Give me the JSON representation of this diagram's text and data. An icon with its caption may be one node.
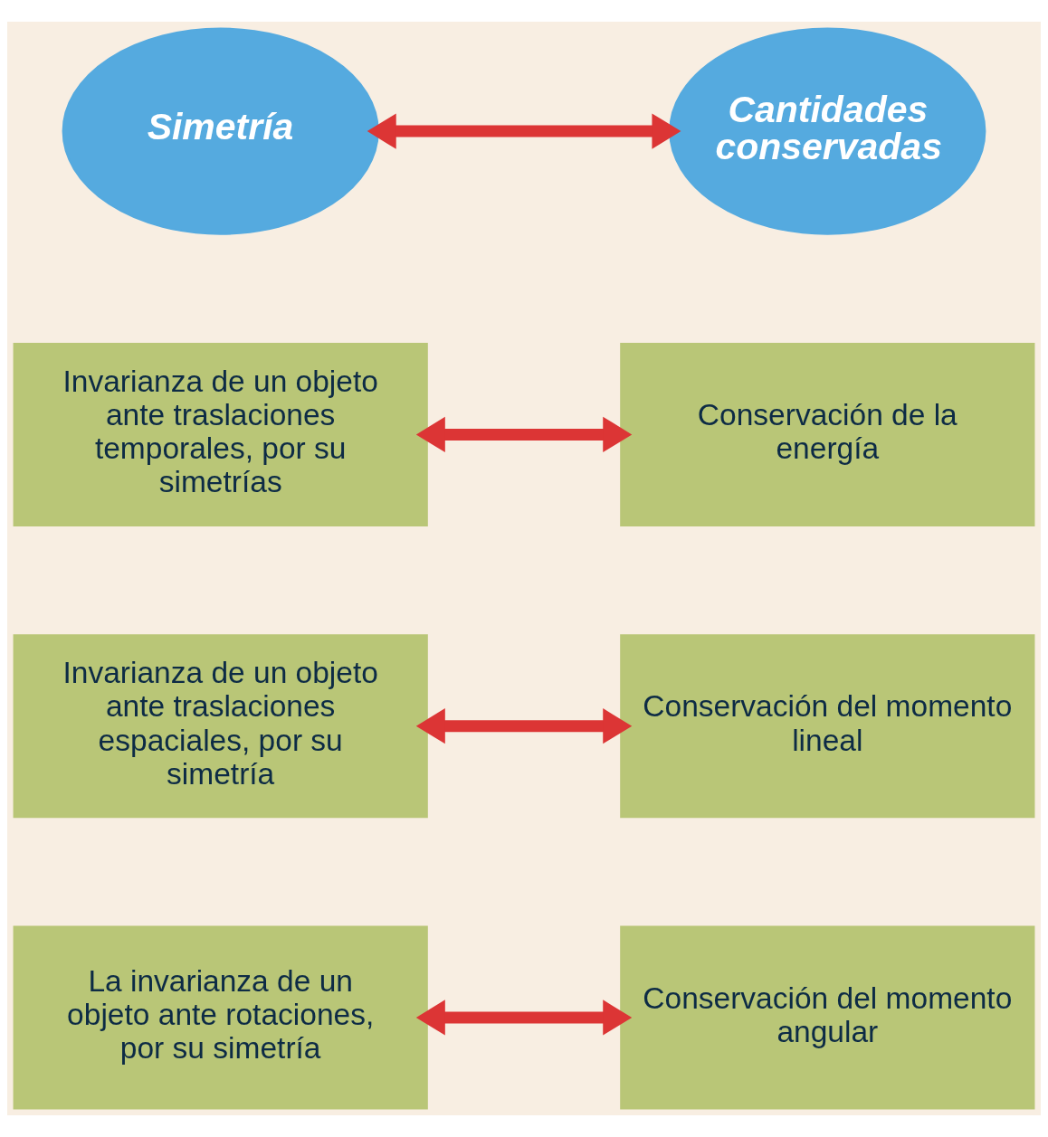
{
  "diagram": {
    "nodes": [
      {
        "text": [
          "Simetría"
        ]
      },
      {
        "text": [
          "Cantidades conservadas"
        ]
      },
      {
        "text": [
          "Invarianza de un objeto ante traslaciones temporales, por su simetrías"
        ]
      },
      {
        "text": [
          "Conservación de la energía"
        ]
      },
      {
        "text": [
          "Invarianza de un objeto ante traslaciones espaciales, por su simetría"
        ]
      },
      {
        "text": [
          "Conservación del momento lineal"
        ]
      },
      {
        "text": [
          "La invarianza de un objeto ante rotaciones, por su simetría"
        ]
      },
      {
        "text": [
          "Conservación del momento angular"
        ]
      }
    ],
    "edges": [
      {
        "from": 0,
        "to": 1,
        "arrow": "both"
      },
      {
        "from": 2,
        "to": 3,
        "arrow": "both"
      },
      {
        "from": 4,
        "to": 5,
        "arrow": "both"
      },
      {
        "from": 6,
        "to": 7,
        "arrow": "both"
      }
    ]
  }
}
